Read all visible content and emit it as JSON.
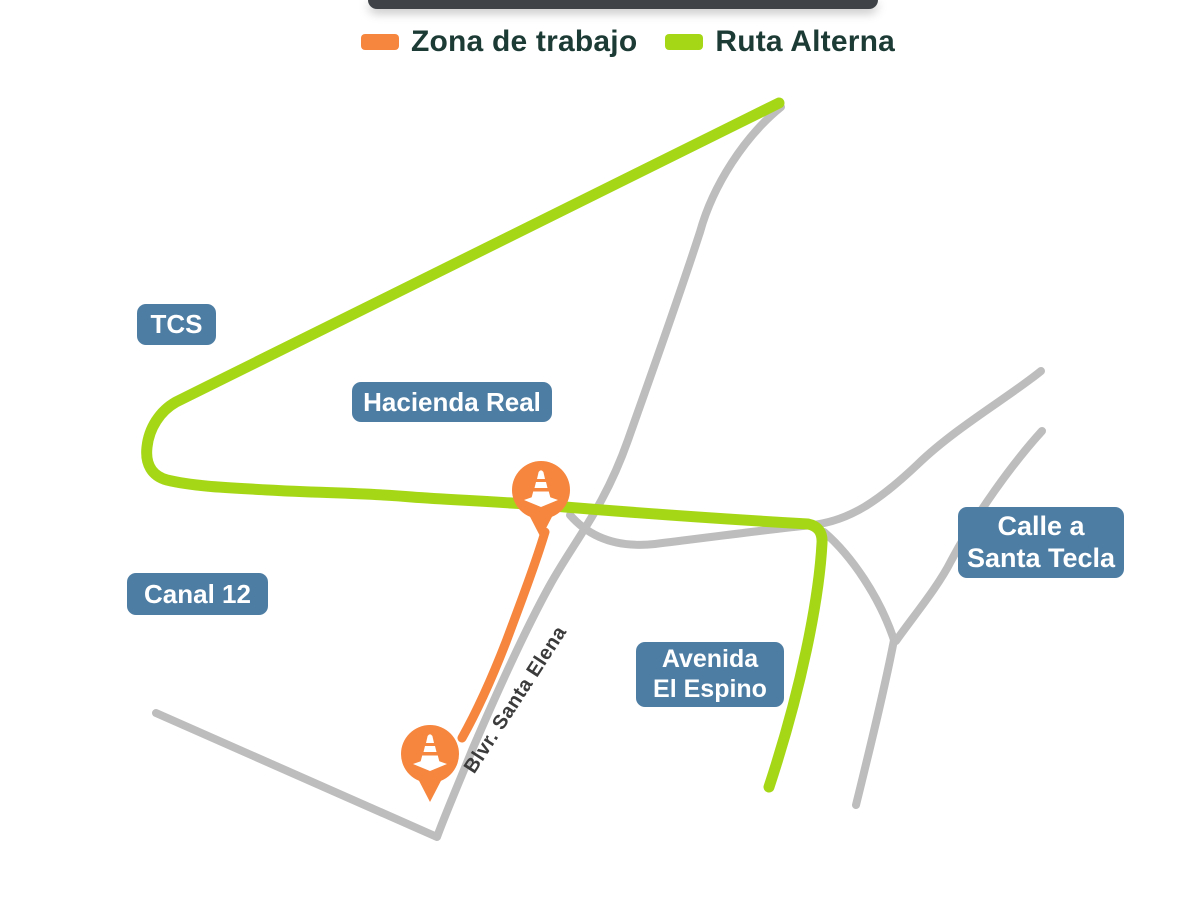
{
  "legend": {
    "work_zone": {
      "label": "Zona de trabajo",
      "color": "#F6863E"
    },
    "alt_route": {
      "label": "Ruta Alterna",
      "color": "#A6D717"
    }
  },
  "map": {
    "labels": {
      "tcs": "TCS",
      "hacienda_real": "Hacienda Real",
      "canal_12": "Canal 12",
      "avenida_el_espino": {
        "line1": "Avenida",
        "line2": "El Espino"
      },
      "calle_a_santa_tecla": {
        "line1": "Calle a",
        "line2": "Santa Tecla"
      }
    },
    "road_label": "Blvr. Santa Elena",
    "markers": [
      {
        "name": "work-zone-marker-north",
        "icon": "traffic-cone-pin-icon"
      },
      {
        "name": "work-zone-marker-south",
        "icon": "traffic-cone-pin-icon"
      }
    ],
    "colors": {
      "work_zone": "#F6863E",
      "alt_route": "#A6D717",
      "road": "#BDBDBD",
      "label_background": "#4D7DA3",
      "label_text": "#FFFFFF",
      "legend_text": "#1D3B35",
      "top_bar": "#3F4347"
    }
  }
}
